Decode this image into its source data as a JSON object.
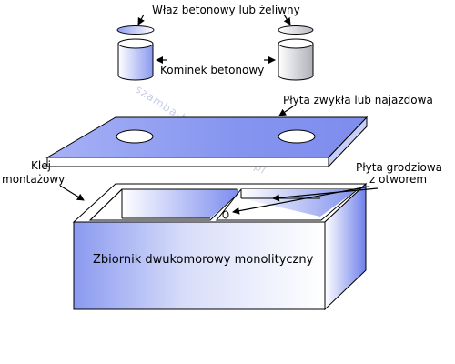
{
  "labels": {
    "manhole": "Właz betonowy lub żeliwny",
    "chimney": "Kominek betonowy",
    "slab": "Płyta zwykła lub najazdowa",
    "adhesive_line1": "Klej",
    "adhesive_line2": "montażowy",
    "partition_line1": "Płyta grodziowa",
    "partition_line2": "z otworem",
    "tank": "Zbiornik dwukomorowy monolityczny"
  },
  "watermark": "szamba-betonowe360.pl",
  "colors": {
    "fill_light": "#ffffff",
    "fill_blue": "#8a9af0",
    "fill_blue_mid": "#b9c3f6",
    "slab_top": "#8f9cf2"
  }
}
